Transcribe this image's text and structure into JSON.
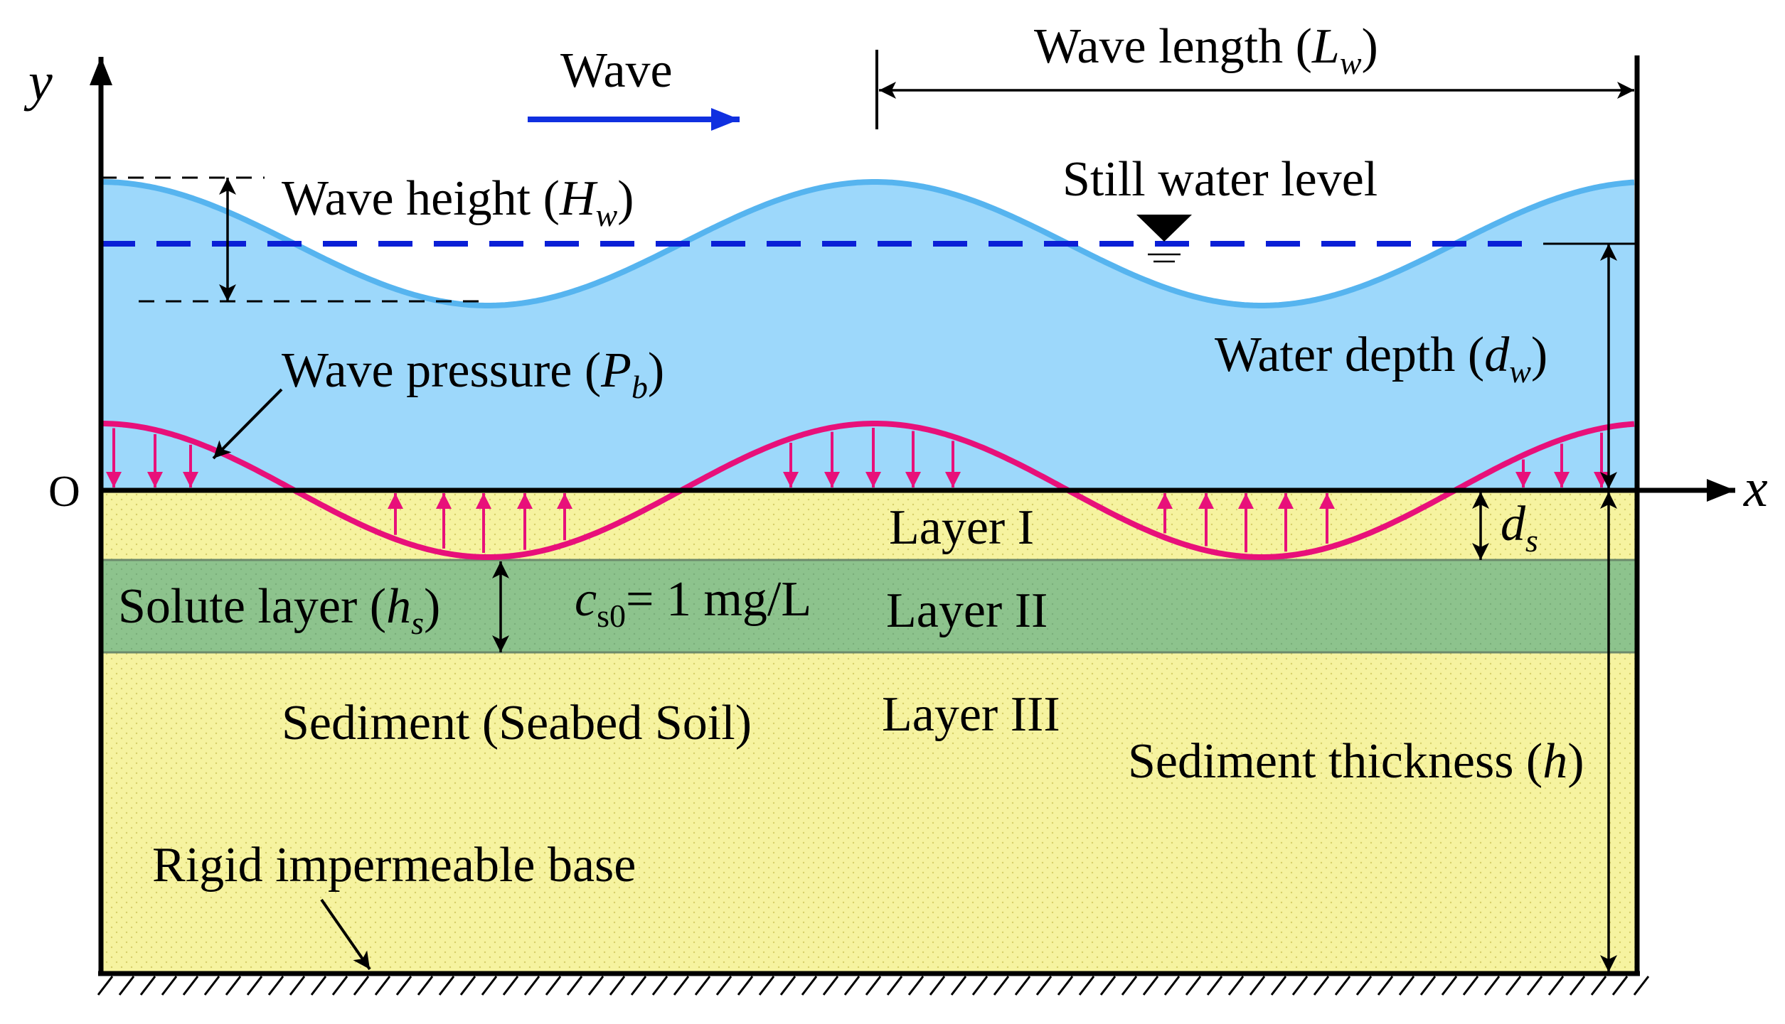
{
  "labels": {
    "wave": "Wave",
    "wave_length": "Wave length (",
    "wave_length_sym": "L",
    "wave_length_sub": "w",
    "wave_length_close": ")",
    "still_water_level": "Still water level",
    "wave_height": "Wave height (",
    "wave_height_sym": "H",
    "wave_height_sub": "w",
    "wave_height_close": ")",
    "water_depth": "Water depth (",
    "water_depth_sym": "d",
    "water_depth_sub": "w",
    "water_depth_close": ")",
    "wave_pressure": "Wave pressure (",
    "wave_pressure_sym": "P",
    "wave_pressure_sub": "b",
    "wave_pressure_close": ")",
    "layer_1": "Layer I",
    "layer_2": "Layer II",
    "layer_3": "Layer III",
    "ds_sym": "d",
    "ds_sub": "s",
    "solute_layer": "Solute layer (",
    "solute_layer_sym": "h",
    "solute_layer_sub": "s",
    "solute_layer_close": ")",
    "conc_sym": "c",
    "conc_sub": "s0",
    "conc_value": "= 1 mg/L",
    "sediment": "Sediment (Seabed Soil)",
    "sediment_thickness": "Sediment thickness (",
    "sediment_thickness_sym": "h",
    "sediment_thickness_close": ")",
    "rigid_base": "Rigid impermeable base"
  },
  "axes": {
    "x_label": "x",
    "y_label": "y",
    "origin": "O"
  },
  "colors": {
    "water": "#9dd8fb",
    "wave_surface": "#56b4ef",
    "still_water_line": "#0a1fd6",
    "wave_arrow": "#1030e0",
    "pressure": "#e8107a",
    "sediment": "#f6f3a0",
    "solute_layer": "#8dc38d",
    "outline": "#000000"
  }
}
